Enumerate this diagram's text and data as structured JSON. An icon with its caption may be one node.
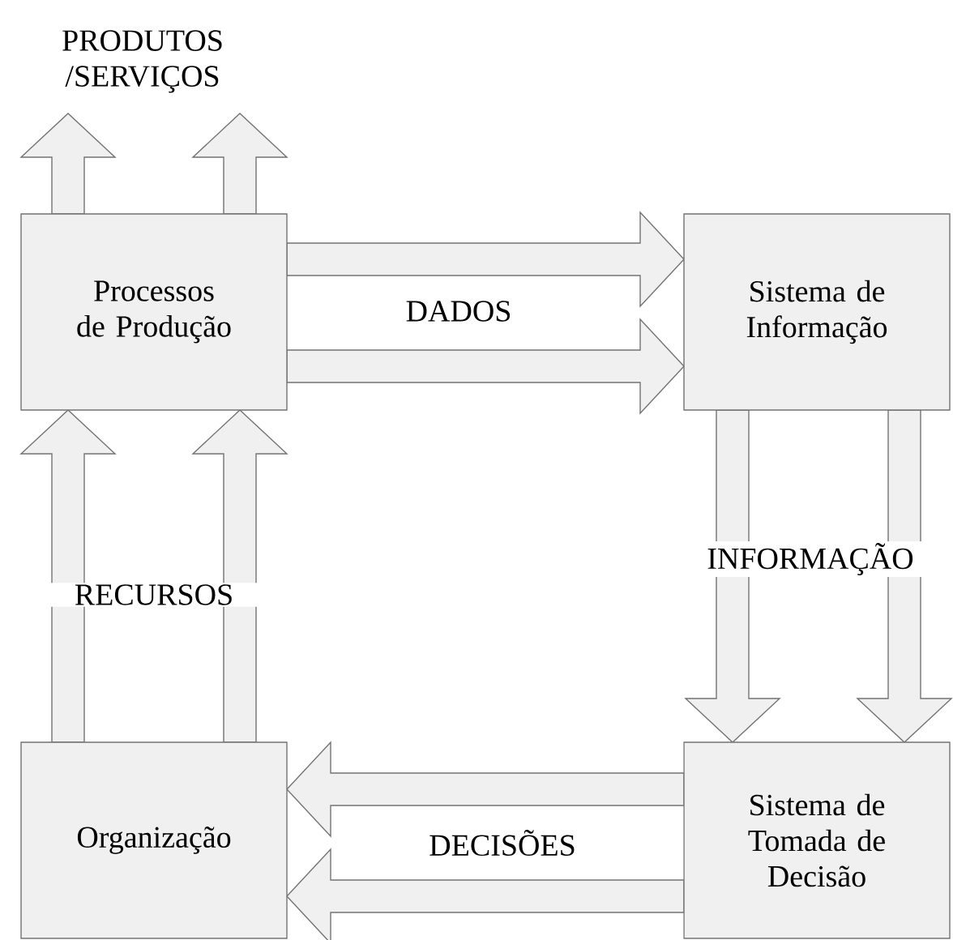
{
  "diagram": {
    "nodes": [
      {
        "text": [
          "Processos de Produção"
        ]
      },
      {
        "text": [
          "Sistema de Informação"
        ]
      },
      {
        "text": [
          "Sistema de Tomada de Decisão"
        ]
      },
      {
        "text": [
          "Organização"
        ]
      }
    ],
    "edges": [
      {
        "from": 0,
        "to": 1,
        "arrow": "to"
      },
      {
        "from": 0,
        "to": 1,
        "arrow": "to"
      },
      {
        "from": 1,
        "to": 2,
        "arrow": "to"
      },
      {
        "from": 1,
        "to": 2,
        "arrow": "to"
      },
      {
        "from": 2,
        "to": 3,
        "arrow": "to"
      },
      {
        "from": 2,
        "to": 3,
        "arrow": "to"
      },
      {
        "from": 3,
        "to": 0,
        "arrow": "to"
      },
      {
        "from": 3,
        "to": 0,
        "arrow": "to"
      },
      {
        "from": 0,
        "to": null,
        "arrow": "to"
      },
      {
        "from": 0,
        "to": null,
        "arrow": "to"
      }
    ],
    "labels": [
      "PRODUTOS /SERVIÇOS",
      "DADOS",
      "RECURSOS",
      "INFORMAÇÃO",
      "DECISÕES"
    ]
  }
}
